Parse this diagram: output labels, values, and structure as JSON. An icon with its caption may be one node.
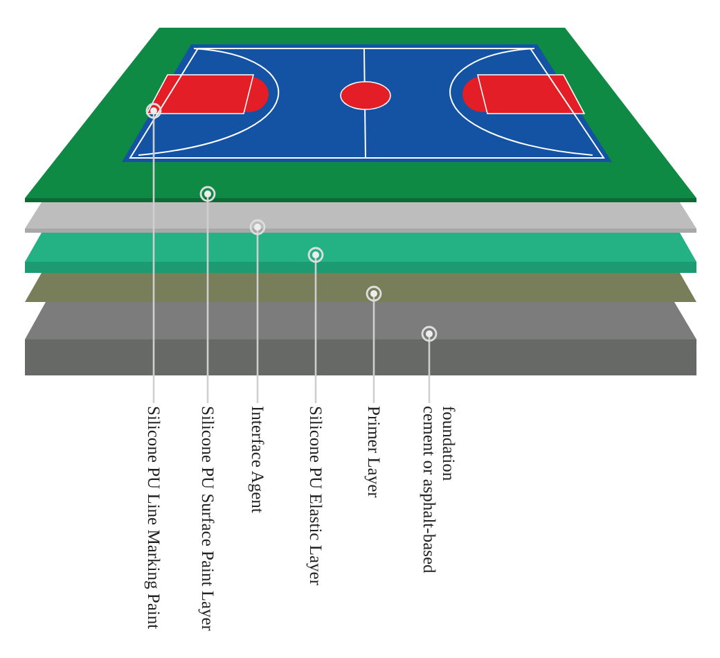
{
  "diagram": {
    "nodes": [
      {
        "text": [],
        "shape": "box"
      },
      {
        "text": [],
        "shape": "picture",
        "in": 0
      },
      {
        "text": [],
        "shape": "box"
      },
      {
        "text": [],
        "shape": "box"
      },
      {
        "text": [],
        "shape": "box"
      },
      {
        "text": [],
        "shape": "box"
      },
      {
        "text": [
          "Silicone PU Line Marking Paint"
        ]
      },
      {
        "text": [
          "Silicone PU Surface Paint Layer"
        ]
      },
      {
        "text": [
          "Interface Agent"
        ]
      },
      {
        "text": [
          "Silicone PU Elastic Layer"
        ]
      },
      {
        "text": [
          "Primer Layer"
        ]
      },
      {
        "text": [
          "cement or asphalt-based foundation"
        ]
      }
    ],
    "edges": [
      {
        "from": 6,
        "to": 1,
        "arrow": "other"
      },
      {
        "from": 7,
        "to": 0,
        "arrow": "other"
      },
      {
        "from": 8,
        "to": 2,
        "arrow": "other"
      },
      {
        "from": 9,
        "to": 3,
        "arrow": "other"
      },
      {
        "from": 10,
        "to": 4,
        "arrow": "other"
      },
      {
        "from": 11,
        "to": 5,
        "arrow": "other"
      }
    ]
  }
}
